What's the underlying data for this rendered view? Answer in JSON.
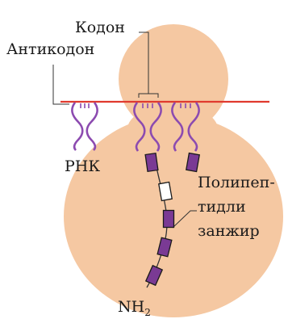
{
  "labels": {
    "codon": "Кодон",
    "anticodon": "Антикодон",
    "rna": "РНК",
    "chain_line1": "Полипеп-",
    "chain_line2": "тидли",
    "chain_line3": "занжир",
    "nh": "NH",
    "nh_sub": "2"
  },
  "colors": {
    "ribosome": "#f5c8a2",
    "mrna": "#e03a2e",
    "trna": "#8c4bb0",
    "block": "#7a3a94",
    "leader": "#333333"
  }
}
